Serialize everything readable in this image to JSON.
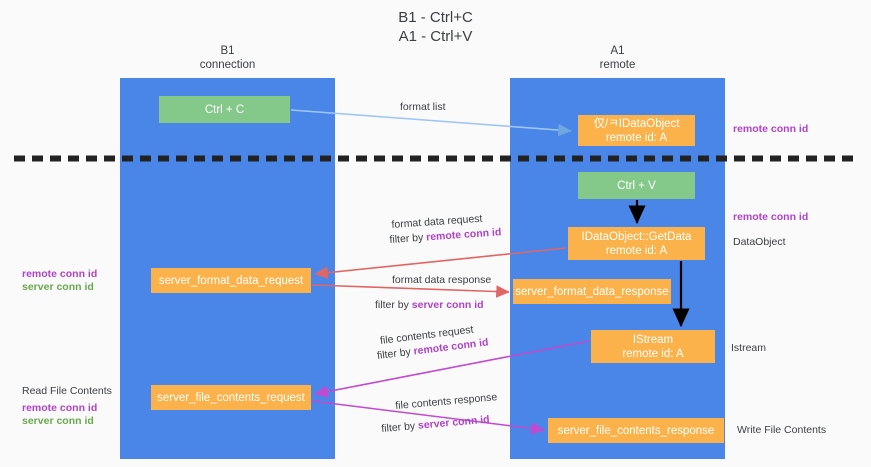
{
  "title": {
    "line1": "B1 - Ctrl+C",
    "line2": "A1 - Ctrl+V"
  },
  "columns": [
    {
      "id": "b1",
      "name": "B1",
      "role": "connection",
      "color": "#4a86e8"
    },
    {
      "id": "a1",
      "name": "A1",
      "role": "remote",
      "color": "#4a86e8"
    }
  ],
  "nodes": {
    "ctrl_c": {
      "line1": "Ctrl + C",
      "line2": "",
      "color": "#85c98a"
    },
    "idataobject": {
      "line1": "仅/ㅋIDataObject",
      "line2": "remote id: A",
      "color": "#fbb24a"
    },
    "ctrl_v": {
      "line1": "Ctrl + V",
      "line2": "",
      "color": "#85c98a"
    },
    "getdata": {
      "line1": "IDataObject::GetData",
      "line2": "remote id: A",
      "color": "#fbb24a"
    },
    "fmt_req": {
      "line1": "server_format_data_request",
      "line2": "",
      "color": "#fbb24a"
    },
    "fmt_resp": {
      "line1": "server_format_data_response",
      "line2": "",
      "color": "#fbb24a"
    },
    "istream": {
      "line1": "IStream",
      "line2": "remote id: A",
      "color": "#fbb24a"
    },
    "file_req": {
      "line1": "server_file_contents_request",
      "line2": "",
      "color": "#fbb24a"
    },
    "file_resp": {
      "line1": "server_file_contents_response",
      "line2": "",
      "color": "#fbb24a"
    }
  },
  "edges": {
    "format_list": {
      "label": "format list",
      "color": "#9fc5f8"
    },
    "fmt_data_request": {
      "label": "format data request",
      "filter_prefix": "filter by ",
      "filter_key": "remote conn id",
      "color": "#e06666"
    },
    "fmt_data_response": {
      "label": "format data response",
      "filter_prefix": "filter by ",
      "filter_key": "server conn id",
      "color": "#e06666"
    },
    "file_request": {
      "label": "file contents request",
      "filter_prefix": "filter by ",
      "filter_key": "remote conn id",
      "color": "#c14ad0"
    },
    "file_response": {
      "label": "file contents response",
      "filter_prefix": "filter by ",
      "filter_key": "server conn id",
      "color": "#c14ad0"
    }
  },
  "annotations": {
    "right_remote_top": "remote conn id",
    "right_remote_mid": "remote conn id",
    "right_dataobject": "DataObject",
    "right_istream": "Istream",
    "right_write_file": "Write File Contents",
    "left_mid_remote": "remote conn id",
    "left_mid_server": "server conn id",
    "left_read_file": "Read File Contents",
    "left_low_remote": "remote conn id",
    "left_low_server": "server conn id"
  },
  "colors": {
    "column_blue": "#4a86e8",
    "node_green": "#85c98a",
    "node_orange": "#fbb24a",
    "purple": "#b043c9",
    "green_text": "#6aa84f",
    "red_arrow": "#e06666",
    "purple_arrow": "#c14ad0",
    "light_blue_arrow": "#9fc5f8",
    "background": "#fafafa"
  }
}
